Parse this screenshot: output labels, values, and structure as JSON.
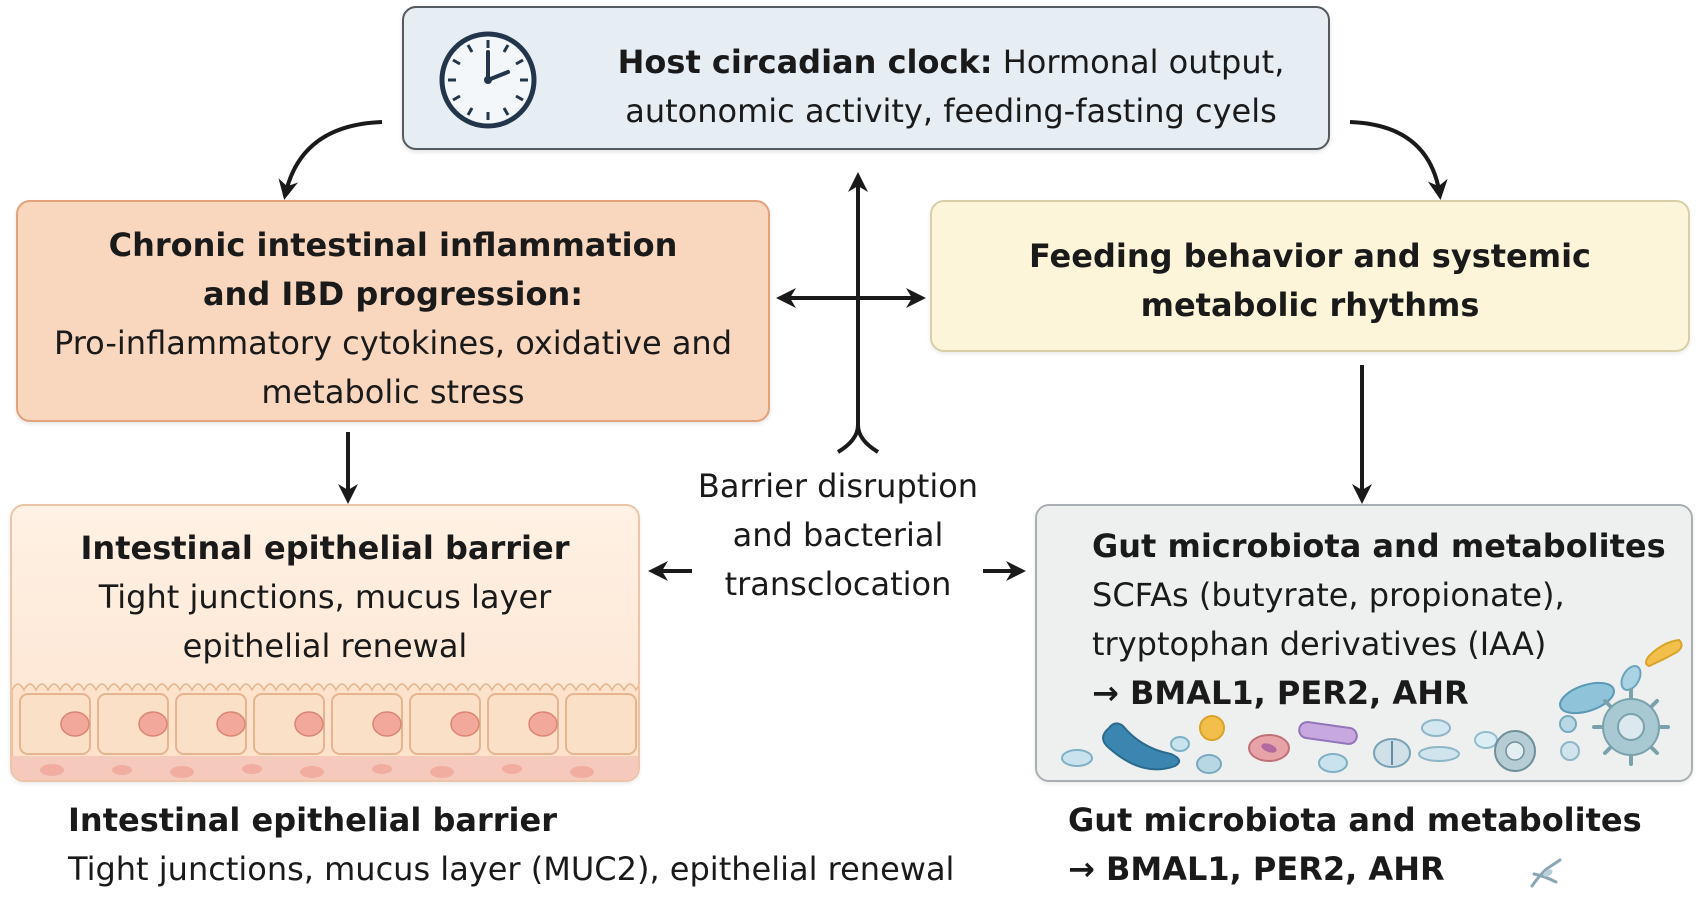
{
  "clock_box": {
    "title": "Host circadian clock:",
    "line1": "Hormonal output,",
    "line2": "autonomic activity, feeding-fasting cyels"
  },
  "inflammation_box": {
    "title1": "Chronic intestinal inflammation",
    "title2": "and IBD progression:",
    "line1": "Pro-inflammatory cytokines, oxidative and",
    "line2": "metabolic stress"
  },
  "feeding_box": {
    "title1": "Feeding behavior and systemic",
    "title2": "metabolic rhythms"
  },
  "barrier_box": {
    "title": "Intestinal epithelial barrier",
    "line1": "Tight junctions, mucus layer",
    "line2": "epithelial renewal"
  },
  "microbiota_box": {
    "title": "Gut microbiota and metabolites",
    "line1": "SCFAs (butyrate, propionate),",
    "line2": "tryptophan derivatives (IAA)",
    "line3": "→ BMAL1, PER2, AHR"
  },
  "center_label": {
    "line1": "Barrier disruption",
    "line2": "and bacterial",
    "line3": "transclocation"
  },
  "lower_left": {
    "title": "Intestinal epithelial barrier",
    "line1": "Tight junctions, mucus layer (MUC2), epithelial renewal"
  },
  "lower_right": {
    "title": "Gut microbiota and metabolites",
    "line1": "→ BMAL1, PER2, AHR"
  },
  "icons": [
    "clock-icon",
    "epithelial-cells-illustration",
    "microbes-illustration",
    "bacterium-icon"
  ],
  "colors": {
    "clock_box_fill": "#e6edf3",
    "inflammation_box_fill": "#f9d7be",
    "feeding_box_fill": "#fdf5d9",
    "barrier_box_fill": "#fde6d4",
    "microbiota_box_fill": "#eef0f0",
    "arrow": "#1a1a1a"
  }
}
